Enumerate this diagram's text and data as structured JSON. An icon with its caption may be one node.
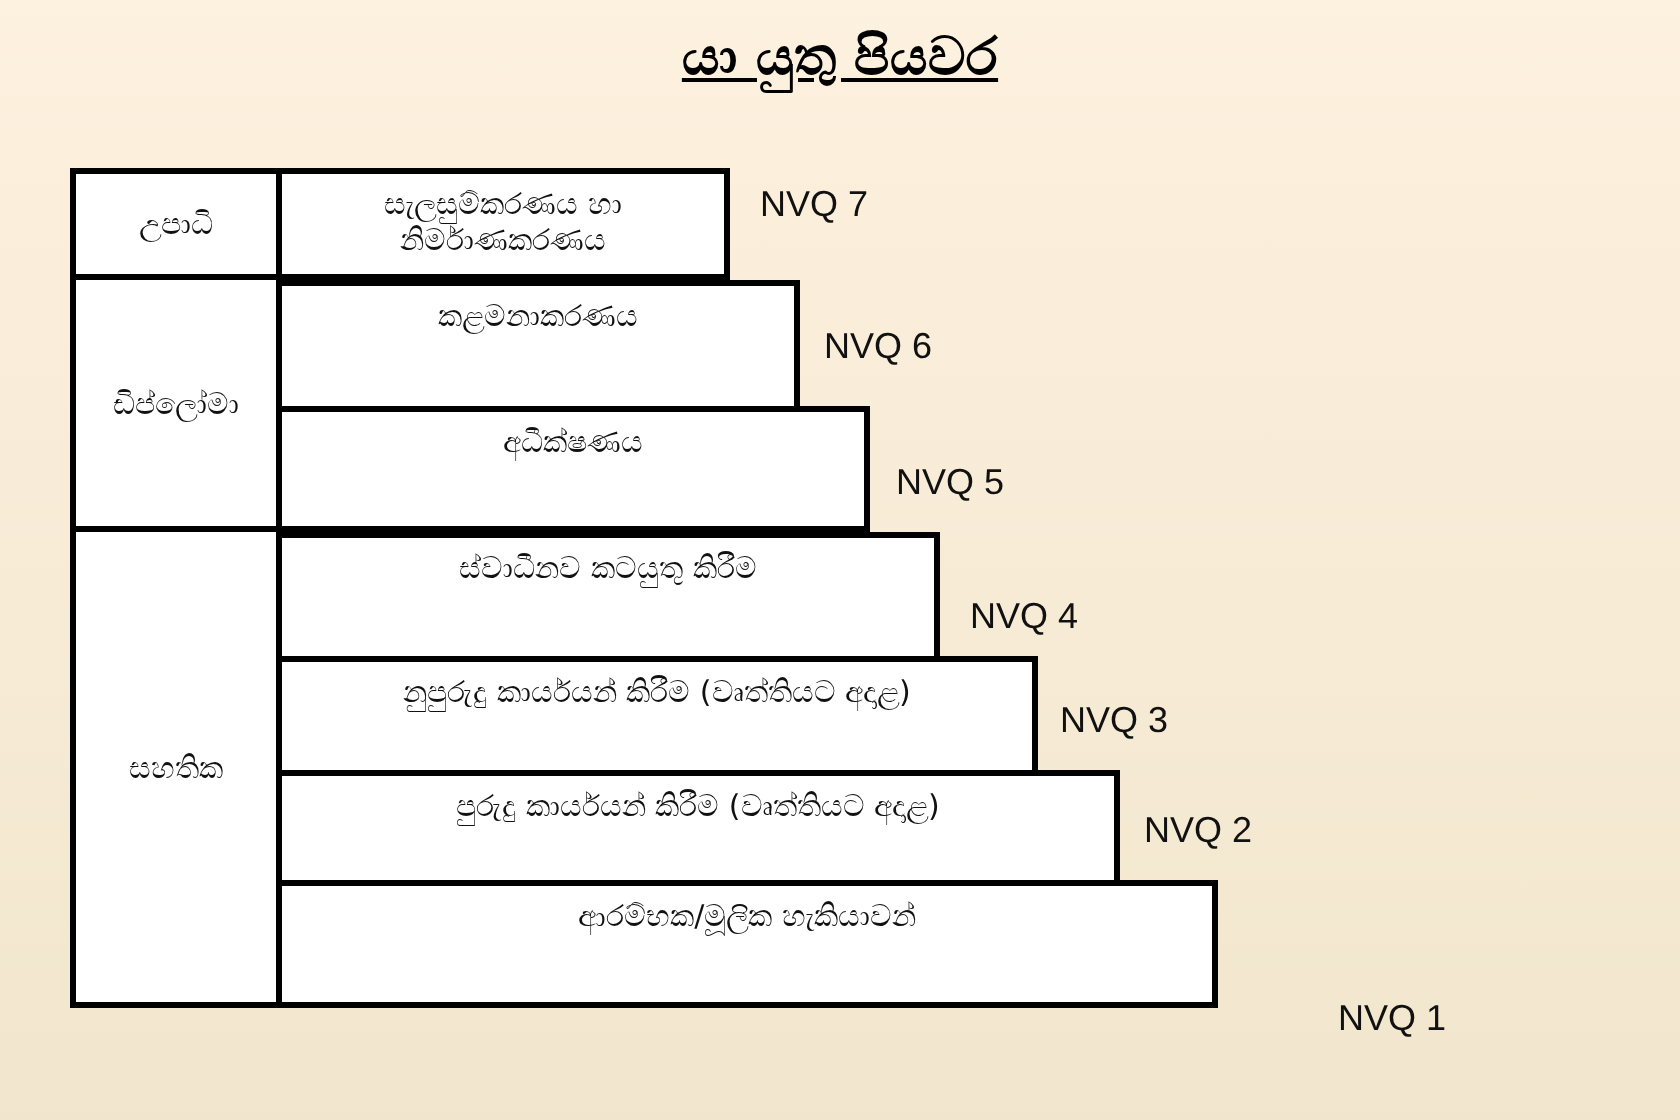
{
  "diagram": {
    "title": "යා යුතු පියවර",
    "nodes": [
      {
        "text": [
          "උපාධි"
        ]
      },
      {
        "text": [
          "සැලසුම්කරණය හා නිර්මාණකරණය"
        ],
        "beside": [
          "NVQ 7"
        ]
      },
      {
        "text": [
          "ඩිප්ලෝමා"
        ]
      },
      {
        "text": [
          "කළමනාකරණය"
        ],
        "beside": [
          "NVQ 6"
        ]
      },
      {
        "text": [
          "අධීක්ෂණය"
        ],
        "beside": [
          "NVQ 5"
        ]
      },
      {
        "text": [
          "සහතික"
        ]
      },
      {
        "text": [
          "ස්වාධීනව කටයුතු කිරීම"
        ],
        "beside": [
          "NVQ 4"
        ]
      },
      {
        "text": [
          "නුපුරුදු කාර්යයන් කිරීම (වෘත්තියට අදාළ)"
        ],
        "beside": [
          "NVQ 3"
        ]
      },
      {
        "text": [
          "පුරුදු කාර්යයන් කිරීම (වෘත්තියට අදාළ)"
        ],
        "beside": [
          "NVQ 2"
        ]
      },
      {
        "text": [
          "ආරම්භක/මූලික හැකියාවන්"
        ],
        "beside": [
          "NVQ 1"
        ]
      }
    ]
  }
}
